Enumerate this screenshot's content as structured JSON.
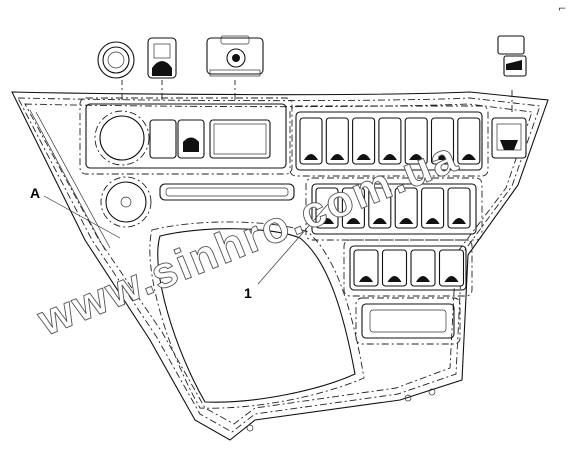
{
  "labels": {
    "callout_a": "A",
    "callout_1": "1"
  },
  "watermark": "www.sinhro.com.ua",
  "corner_mark": "⌐"
}
